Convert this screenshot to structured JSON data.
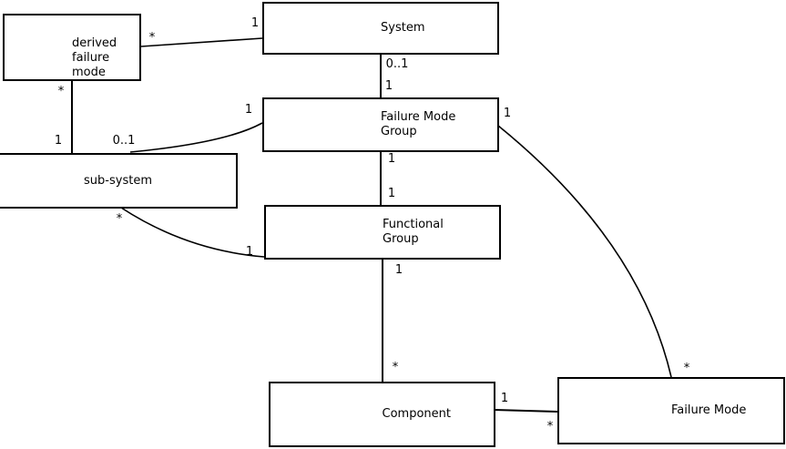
{
  "diagram": {
    "kind": "uml-class-diagram",
    "background_color": "#ffffff",
    "line_color": "#000000",
    "nodes": {
      "derived_failure_mode": {
        "label": "derived\nfailure\nmode"
      },
      "system": {
        "label": "System"
      },
      "failure_mode_group": {
        "label": "Failure Mode\nGroup"
      },
      "sub_system": {
        "label": "sub-system"
      },
      "functional_group": {
        "label": "Functional\nGroup"
      },
      "component": {
        "label": "Component"
      },
      "failure_mode": {
        "label": "Failure Mode"
      }
    },
    "edges": {
      "system_to_derived_failure_mode": {
        "from": "System",
        "to": "derived failure mode",
        "from_mult": "1",
        "to_mult": "*"
      },
      "derived_failure_mode_to_sub_system": {
        "from": "derived failure mode",
        "to": "sub-system",
        "from_mult": "*",
        "to_mult": "1"
      },
      "system_to_failure_mode_group": {
        "from": "System",
        "to": "Failure Mode Group",
        "from_mult": "0..1",
        "to_mult": "1"
      },
      "failure_mode_group_to_sub_system": {
        "from": "Failure Mode Group",
        "to": "sub-system",
        "from_mult": "1",
        "to_mult": "0..1"
      },
      "failure_mode_group_to_functional_group": {
        "from": "Failure Mode Group",
        "to": "Functional Group",
        "from_mult": "1",
        "to_mult": "1"
      },
      "sub_system_to_functional_group": {
        "from": "sub-system",
        "to": "Functional Group",
        "from_mult": "*",
        "to_mult": "1"
      },
      "functional_group_to_component": {
        "from": "Functional Group",
        "to": "Component",
        "from_mult": "1",
        "to_mult": "*"
      },
      "component_to_failure_mode": {
        "from": "Component",
        "to": "Failure Mode",
        "from_mult": "1",
        "to_mult": "*"
      },
      "failure_mode_group_to_failure_mode": {
        "from": "Failure Mode Group",
        "to": "Failure Mode",
        "from_mult": "1",
        "to_mult": "*"
      }
    }
  }
}
